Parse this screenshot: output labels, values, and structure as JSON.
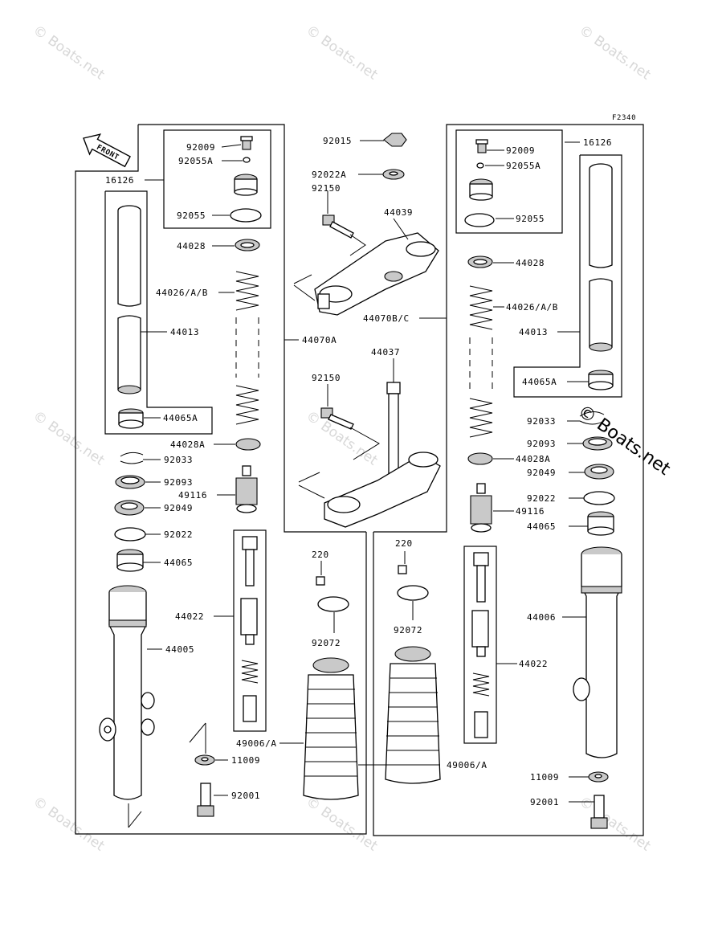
{
  "figure_code": "F2340",
  "front_arrow": "FRONT",
  "watermark": "© Boats.net",
  "labels": {
    "l_16126": "16126",
    "l_92009": "92009",
    "l_92055A": "92055A",
    "l_92055": "92055",
    "l_44028": "44028",
    "l_44026": "44026/A/B",
    "l_44013": "44013",
    "l_44065A": "44065A",
    "l_44028A": "44028A",
    "l_92033": "92033",
    "l_92093": "92093",
    "l_49116": "49116",
    "l_92049": "92049",
    "l_92022": "92022",
    "l_44065": "44065",
    "l_44022": "44022",
    "l_44005": "44005",
    "l_11009": "11009",
    "l_92001": "92001",
    "l_92015": "92015",
    "l_92022A": "92022A",
    "l_92150": "92150",
    "l_44039": "44039",
    "l_44070A": "44070A",
    "l_44070BC": "44070B/C",
    "l_44037": "44037",
    "l_220": "220",
    "l_92072": "92072",
    "l_49006A": "49006/A",
    "l_44006": "44006"
  }
}
